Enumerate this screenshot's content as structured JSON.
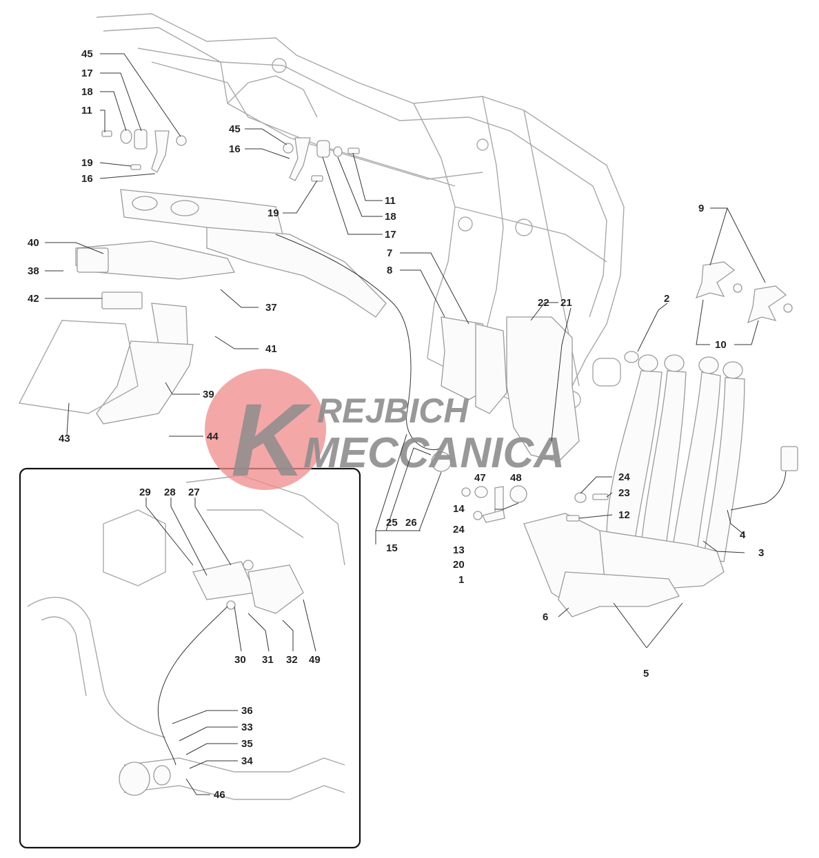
{
  "watermark": {
    "line1": "REJBICH",
    "line2": "MECCANICA",
    "logo_letter": "K",
    "colors": {
      "circle": "#f08a8a",
      "text": "#8d8d8d"
    }
  },
  "callouts": [
    "45",
    "17",
    "18",
    "11",
    "19",
    "16",
    "45",
    "16",
    "11",
    "18",
    "17",
    "19",
    "40",
    "38",
    "42",
    "37",
    "41",
    "39",
    "43",
    "44",
    "7",
    "8",
    "22",
    "21",
    "9",
    "2",
    "10",
    "47",
    "48",
    "14",
    "24",
    "13",
    "20",
    "1",
    "24",
    "23",
    "12",
    "4",
    "3",
    "6",
    "5",
    "25",
    "26",
    "15",
    "29",
    "28",
    "27",
    "30",
    "31",
    "32",
    "49",
    "36",
    "33",
    "35",
    "34",
    "46"
  ]
}
